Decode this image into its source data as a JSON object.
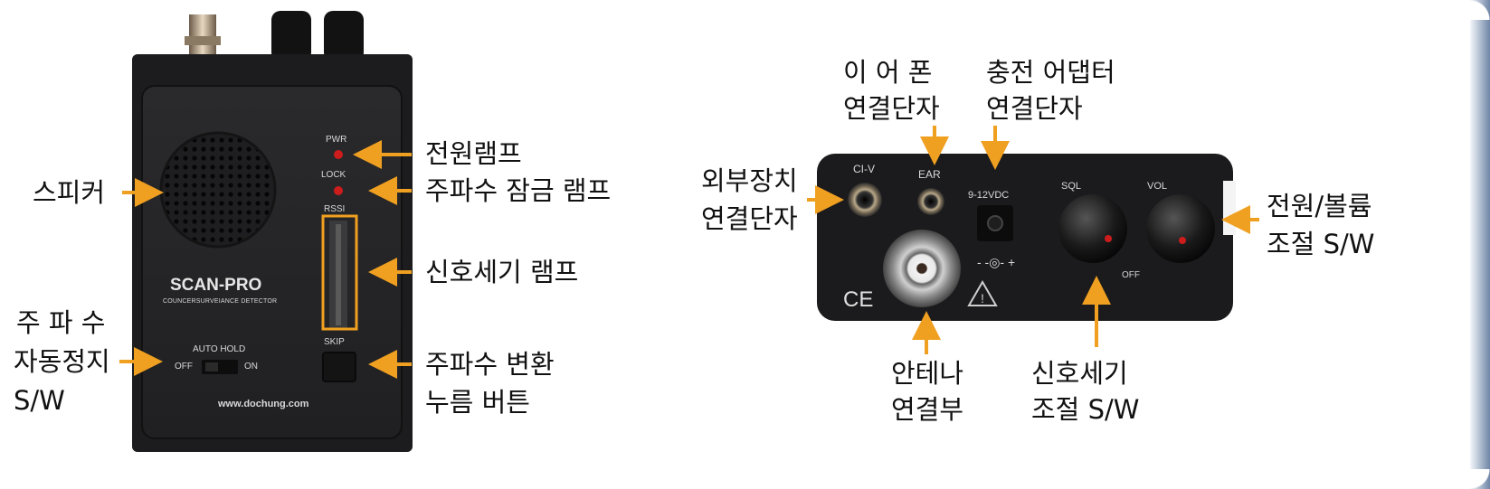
{
  "front": {
    "brand": "SCAN-PRO",
    "subtitle": "COUNCERSURVEIANCE DETECTOR",
    "website": "www.dochung.com",
    "pwr": "PWR",
    "lock": "LOCK",
    "rssi": "RSSI",
    "auto_hold": "AUTO HOLD",
    "off": "OFF",
    "on": "ON",
    "skip": "SKIP"
  },
  "rear": {
    "civ": "CI-V",
    "ear": "EAR",
    "dc": "9-12VDC",
    "polarity": "- -◎- +",
    "sql": "SQL",
    "vol": "VOL",
    "off": "OFF",
    "ce": "CE"
  },
  "callouts": {
    "speaker": "스피커",
    "power_lamp": "전원램프",
    "freq_lock_lamp": "주파수 잠금 램프",
    "signal_lamp": "신호세기 램프",
    "auto_stop_line1": "주 파 수",
    "auto_stop_line2": "자동정지",
    "auto_stop_line3": "S/W",
    "freq_change_line1": "주파수 변환",
    "freq_change_line2": "누름 버튼",
    "earphone_line1": "이 어 폰",
    "earphone_line2": "연결단자",
    "charger_line1": "충전 어댑터",
    "charger_line2": "연결단자",
    "external_line1": "외부장치",
    "external_line2": "연결단자",
    "power_volume_line1": "전원/볼륨",
    "power_volume_line2": "조절 S/W",
    "antenna_line1": "안테나",
    "antenna_line2": "연결부",
    "squelch_line1": "신호세기",
    "squelch_line2": "조절 S/W"
  },
  "colors": {
    "arrow": "#f0a020",
    "device_body": "#1c1c1e",
    "device_panel": "#232325",
    "led": "#cc1c1c"
  }
}
